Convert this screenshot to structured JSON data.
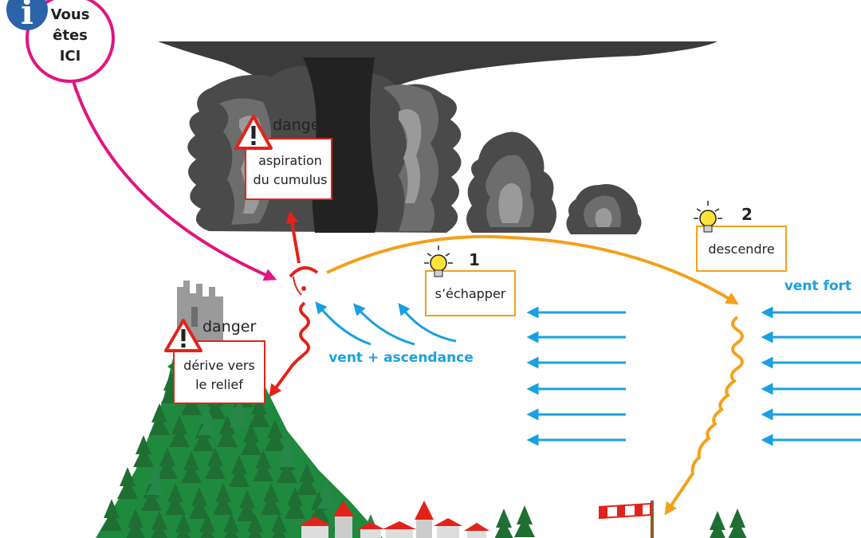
{
  "you_are_here": {
    "line1": "Vous",
    "line2": "êtes",
    "line3": "ICI"
  },
  "dangers": [
    {
      "heading": "danger",
      "line1": "aspiration",
      "line2": "du cumulus"
    },
    {
      "heading": "danger",
      "line1": "dérive vers",
      "line2": "le relief"
    }
  ],
  "tips": [
    {
      "number": "1",
      "text": "s’échapper"
    },
    {
      "number": "2",
      "text": "descendre"
    }
  ],
  "wind_labels": {
    "updraft": "vent + ascendance",
    "strong": "vent fort"
  },
  "colors": {
    "cloud_dark": "#3a3a3a",
    "cloud_light": "#7a7a7a",
    "danger_red": "#e2231a",
    "tip_orange": "#f3a01c",
    "wind_blue": "#1aa0e0",
    "here_pink": "#e0157f",
    "forest_green": "#1f7a3a"
  }
}
